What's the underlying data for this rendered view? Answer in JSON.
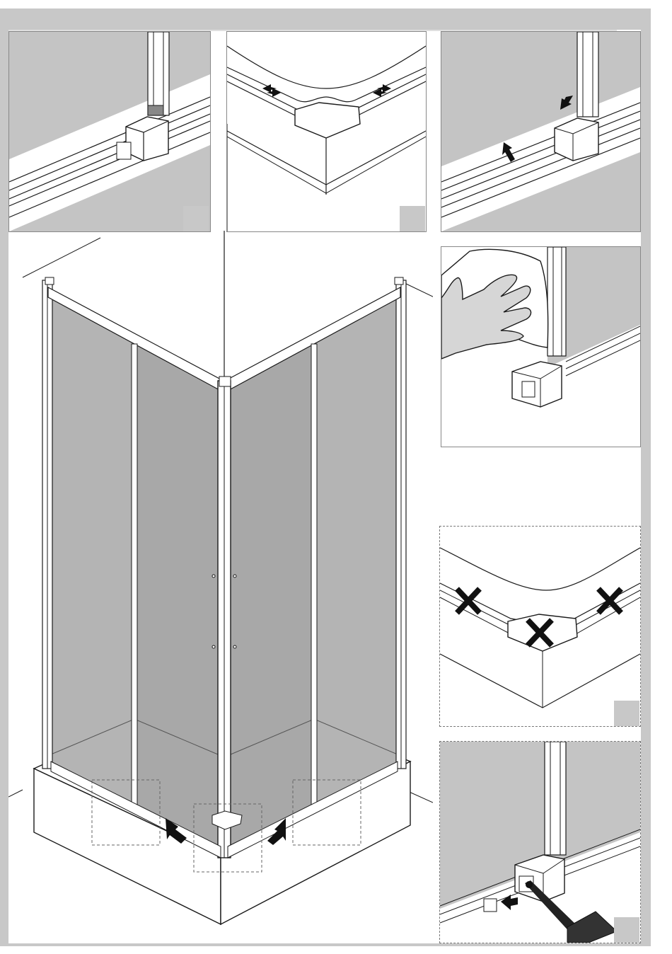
{
  "colors": {
    "frame_band": "#c8c8c8",
    "glass": "#b4b4b4",
    "glass_dark": "#a8a8a8",
    "wall": "#c0c0c0",
    "line": "#1a1a1a",
    "profile": "#ffffff",
    "arrow": "#111111",
    "cross": "#111111"
  },
  "icons": {
    "push_arrow": "arrow-icon",
    "forbidden_mark": "cross-icon",
    "wipe_hand": "hand-icon",
    "caulking_gun": "sealant-gun-icon"
  },
  "panels": [
    {
      "id": "panel-1",
      "content": "corner-joint-mounted"
    },
    {
      "id": "panel-2",
      "content": "corner-piece-slide-together"
    },
    {
      "id": "panel-3",
      "content": "press-profile-down"
    },
    {
      "id": "panel-4",
      "content": "wipe-clean"
    },
    {
      "id": "panel-5",
      "content": "no-silicone-inside"
    },
    {
      "id": "panel-6",
      "content": "silicone-outside"
    }
  ]
}
